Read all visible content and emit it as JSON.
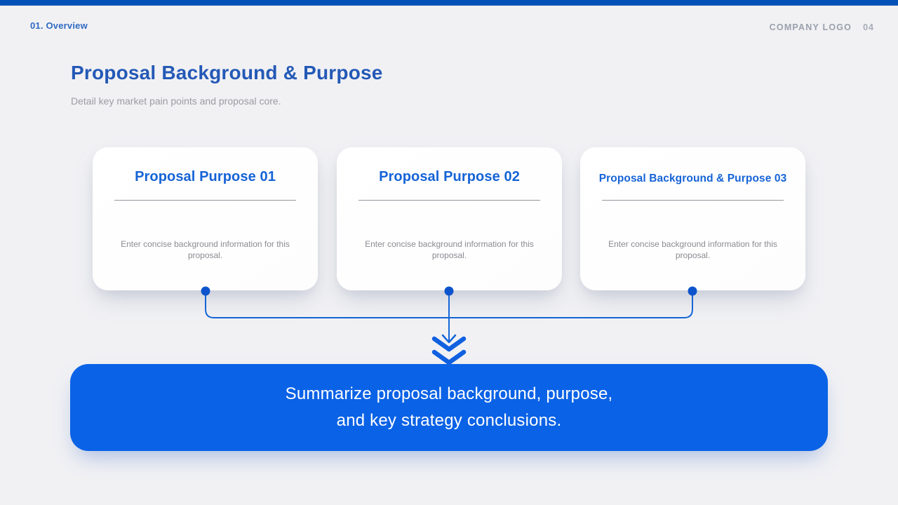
{
  "header": {
    "section_label": "01. Overview",
    "logo_text": "COMPANY LOGO",
    "page_number": "04",
    "title": "Proposal Background & Purpose",
    "subtitle": "Detail key market pain points and proposal core."
  },
  "cards": [
    {
      "title": "Proposal Purpose 01",
      "body": "Enter concise background information for this proposal."
    },
    {
      "title": "Proposal Purpose 02",
      "body": "Enter concise background information for this proposal."
    },
    {
      "title": "Proposal Background & Purpose 03",
      "body": "Enter concise background information for this proposal."
    }
  ],
  "summary_banner": {
    "line1": "Summarize proposal background, purpose,",
    "line2": "and key strategy conclusions."
  },
  "icons": {
    "arrow": "double-chevron-down"
  },
  "colors": {
    "top_bar": "#0452b8",
    "background": "#f1f1f4",
    "title_blue": "#2459b6",
    "card_title_blue": "#1563d6",
    "connector_blue": "#1565d8",
    "dot_blue": "#0d54cc",
    "banner_blue": "#0a62e6",
    "muted_gray": "#9b9ba1"
  }
}
